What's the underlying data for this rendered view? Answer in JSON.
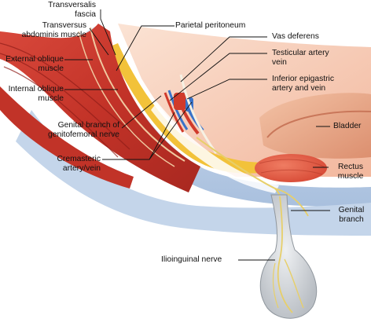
{
  "labels": {
    "transversalis_fascia": "Transversalis\nfascia",
    "transversus_abdominis": "Transversus\nabdominis muscle",
    "external_oblique": "External oblique\nmuscle",
    "internal_oblique": "Internal oblique\nmuscle",
    "genital_branch_genitofemoral": "Genital branch of\ngenitofemoral nerve",
    "cremasteric": "Cremasteric\nartery/vein",
    "parietal_peritoneum": "Parietal peritoneum",
    "vas_deferens": "Vas deferens",
    "testicular_artery_vein": "Testicular artery\nvein",
    "inferior_epigastric": "Inferior epigastric\nartery and vein",
    "bladder": "Bladder",
    "rectus_muscle": "Rectus\nmuscle",
    "genital_branch": "Genital\nbranch",
    "ilioinguinal_nerve": "Ilioinguinal nerve"
  },
  "colors": {
    "muscle_red": "#c8392f",
    "muscle_dark": "#9e2520",
    "fat_yellow": "#f2c23a",
    "fascia_blue": "#b9cde6",
    "peritoneum_pink": "#f4c3a8",
    "bladder_pink": "#e8a586",
    "rectus_red": "#e0523d",
    "nerve_yellow": "#e7cf6a",
    "scrotum_gray": "#d9dcdf",
    "vein_blue": "#3a73c9",
    "artery_red": "#d03a2b",
    "leader_line": "#111111"
  }
}
